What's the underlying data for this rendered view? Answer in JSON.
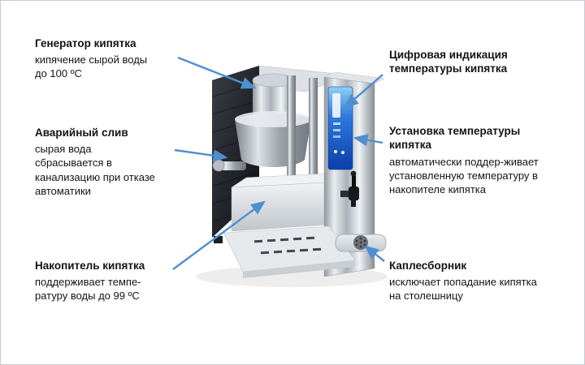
{
  "diagram": {
    "callouts": [
      {
        "id": "generator",
        "title": "Генератор кипятка",
        "body": "кипячение сырой воды\nдо 100 ºС"
      },
      {
        "id": "emergency-drain",
        "title": "Аварийный слив",
        "body": "сырая вода\nсбрасывается в\nканализацию при отказе\nавтоматики"
      },
      {
        "id": "accumulator",
        "title": "Накопитель кипятка",
        "body": "поддерживает темпе-\nратуру воды до 99 ºС"
      },
      {
        "id": "digital-indication",
        "title": "Цифровая индикация\nтемпературы кипятка",
        "body": ""
      },
      {
        "id": "temperature-setting",
        "title": "Установка температуры\nкипятка",
        "body": "автоматически поддер-живает\nустановленную температуру в\nнакопителе кипятка"
      },
      {
        "id": "drip-tray",
        "title": "Каплесборник",
        "body": "исключает попадание кипятка\nна столешницу"
      }
    ]
  },
  "colors": {
    "arrow": "#4f8fd0",
    "display-panel": "#1d66d6"
  }
}
